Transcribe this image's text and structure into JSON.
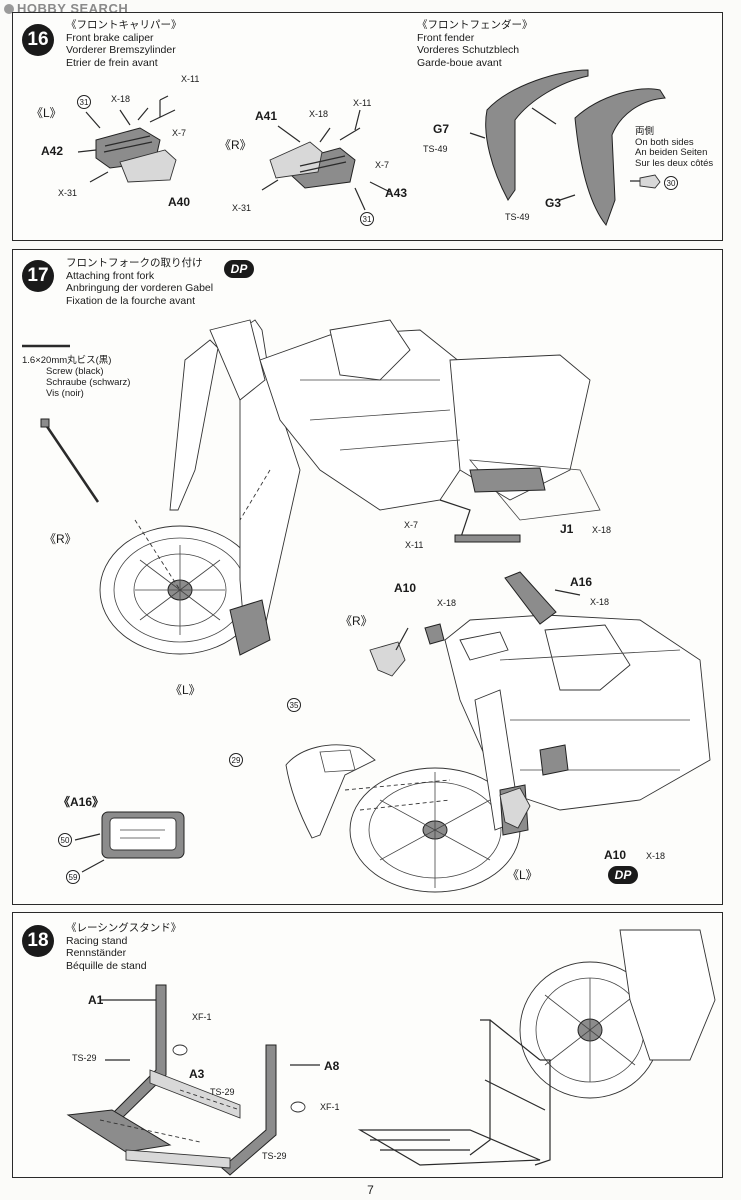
{
  "watermark": "HOBBY SEARCH",
  "page_number": "7",
  "step16": {
    "number": "16",
    "caliper_title": [
      "《フロントキャリパー》",
      "Front brake caliper",
      "Vorderer Bremszylinder",
      "Etrier de frein avant"
    ],
    "fender_title": [
      "《フロントフェンダー》",
      "Front fender",
      "Vorderes Schutzblech",
      "Garde-boue avant"
    ],
    "labels": {
      "l": "《L》",
      "r": "《R》",
      "a42": "A42",
      "a40": "A40",
      "a41": "A41",
      "a43": "A43",
      "g7": "G7",
      "g3": "G3"
    },
    "small": {
      "x11": "X-11",
      "x18": "X-18",
      "x7": "X-7",
      "x31": "X-31",
      "ts49": "TS-49"
    },
    "markers": {
      "m31": "31",
      "m30": "30"
    },
    "both_sides": [
      "両側",
      "On both sides",
      "An beiden Seiten",
      "Sur les deux côtés"
    ]
  },
  "step17": {
    "number": "17",
    "title": [
      "フロントフォークの取り付け",
      "Attaching front fork",
      "Anbringung der vorderen Gabel",
      "Fixation de la fourche avant"
    ],
    "dp": "DP",
    "screw": [
      "1.6×20mm丸ビス(黒)",
      "Screw (black)",
      "Schraube (schwarz)",
      "Vis (noir)"
    ],
    "labels": {
      "r": "《R》",
      "l": "《L》",
      "j1": "J1",
      "a10": "A10",
      "a16": "A16",
      "a16_detail": "《A16》"
    },
    "small": {
      "x7": "X-7",
      "x11": "X-11",
      "x18": "X-18"
    },
    "markers": {
      "m35": "35",
      "m29": "29",
      "m50": "50",
      "m59": "59"
    }
  },
  "step18": {
    "number": "18",
    "title": [
      "《レーシングスタンド》",
      "Racing stand",
      "Rennständer",
      "Béquille de stand"
    ],
    "labels": {
      "a1": "A1",
      "a3": "A3",
      "a8": "A8"
    },
    "small": {
      "xf1": "XF-1",
      "ts29": "TS-29"
    }
  }
}
